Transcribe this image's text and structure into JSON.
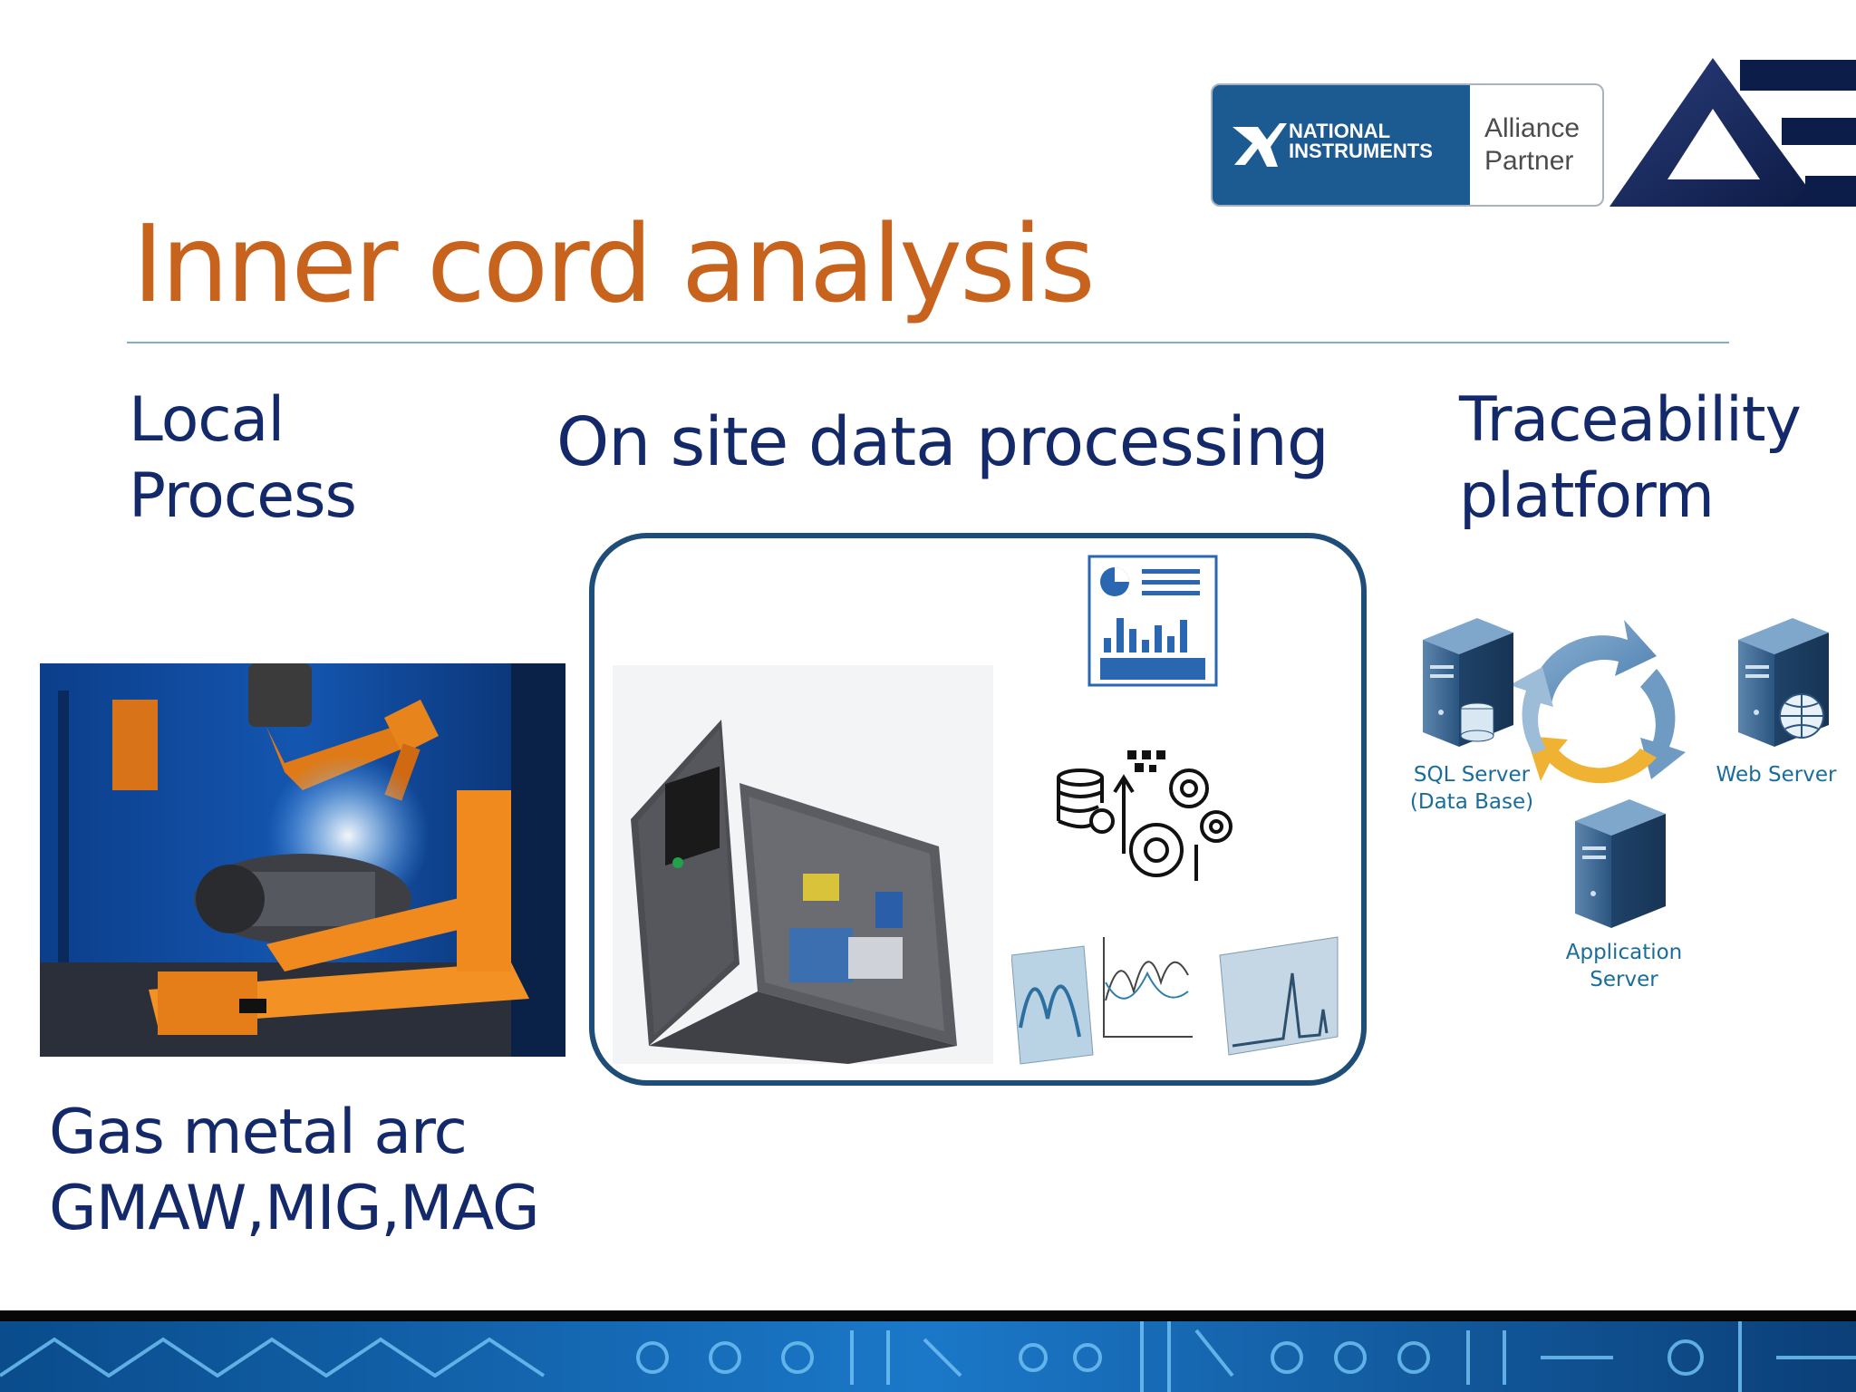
{
  "slide": {
    "title": "Inner cord analysis",
    "columns": {
      "local": [
        "Local",
        "Process"
      ],
      "onsite": "On site data processing",
      "traceability": [
        "Traceability",
        "platform"
      ]
    },
    "process_caption": [
      "Gas metal arc",
      "GMAW,MIG,MAG"
    ]
  },
  "logo": {
    "ni_lines": [
      "NATIONAL",
      "INSTRUMENTS"
    ],
    "partner_lines": [
      "Alliance",
      "Partner"
    ]
  },
  "servers": {
    "sql": [
      "SQL Server",
      "(Data Base)"
    ],
    "web": "Web Server",
    "app": [
      "Application",
      "Server"
    ]
  },
  "colors": {
    "title": "#c8631d",
    "heading": "#13296a",
    "panel_border": "#1e4d78",
    "ni_blue": "#1c5a92",
    "server_label": "#1a6c9a"
  }
}
